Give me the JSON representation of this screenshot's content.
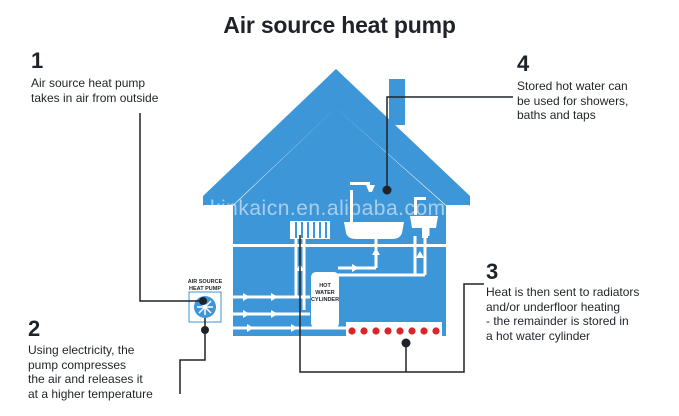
{
  "title": "Air source heat pump",
  "steps": [
    {
      "number": "1",
      "lines": [
        "Air source heat pump",
        "takes in air from outside"
      ]
    },
    {
      "number": "2",
      "lines": [
        "Using electricity, the",
        "pump compresses",
        "the air and releases it",
        "at a higher temperature"
      ]
    },
    {
      "number": "3",
      "lines": [
        "Heat is then sent to radiators",
        "and/or underfloor heating",
        "- the remainder is stored in",
        "a hot water cylinder"
      ]
    },
    {
      "number": "4",
      "lines": [
        "Stored hot water can",
        "be used for showers,",
        "baths and taps"
      ]
    }
  ],
  "labels": {
    "pump_line1": "AIR SOURCE",
    "pump_line2": "HEAT PUMP",
    "cyl_line1": "HOT",
    "cyl_line2": "WATER",
    "cyl_line3": "CYLINDER"
  },
  "watermark": "kinkaicn.en.alibaba.com",
  "colors": {
    "house": "#3d96d8",
    "pipe": "#ffffff",
    "heating_dot": "#d8262b",
    "text": "#1f2329"
  }
}
